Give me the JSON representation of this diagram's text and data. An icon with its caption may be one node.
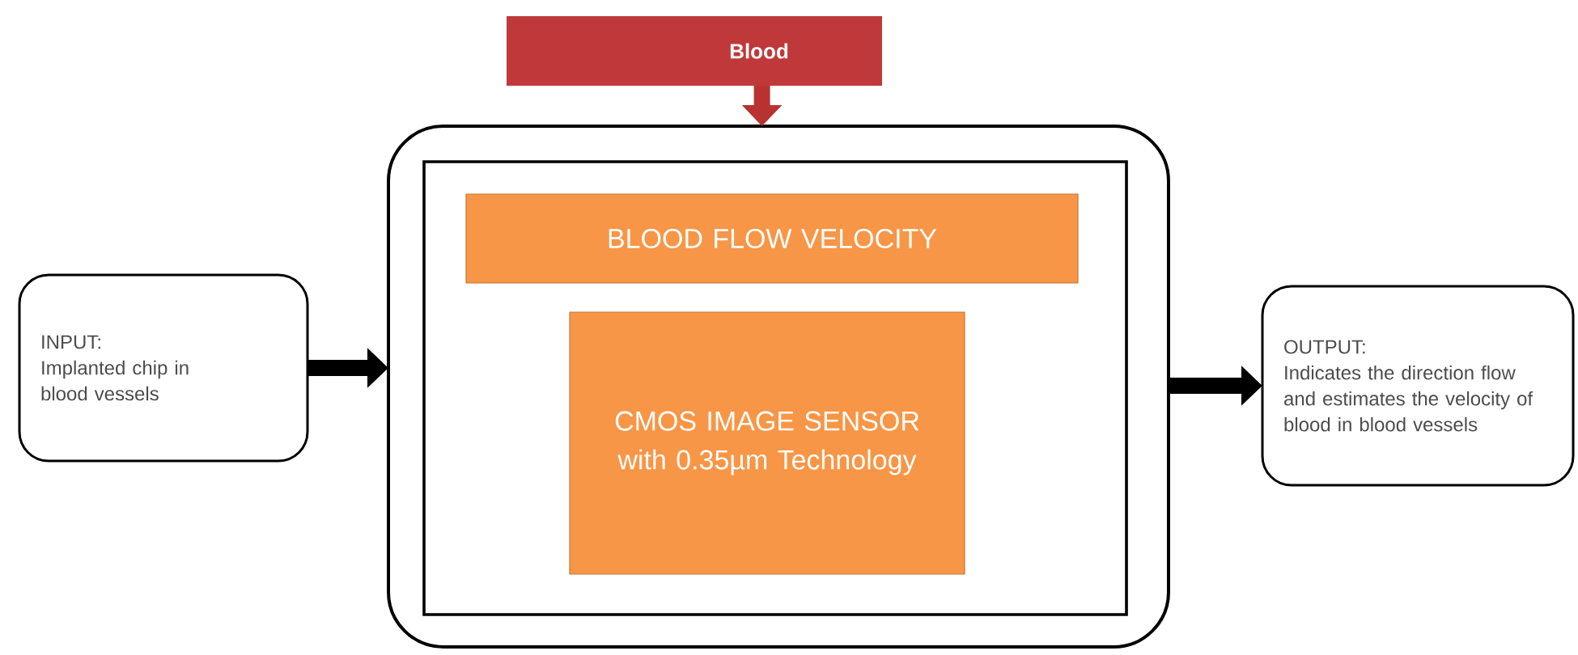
{
  "diagram": {
    "nodes": [
      {
        "text": [
          "Blood"
        ]
      },
      {
        "text": [
          "INPUT:",
          "Implanted chip in blood vessels"
        ]
      },
      {
        "text": [],
        "shape": "box"
      },
      {
        "text": [],
        "shape": "box",
        "in": 2
      },
      {
        "text": [
          "BLOOD FLOW VELOCITY"
        ],
        "in": 3
      },
      {
        "text": [
          "CMOS IMAGE SENSOR with 0.35µm Technology"
        ],
        "in": 3
      },
      {
        "text": [
          "OUTPUT:",
          "Indicates the direction flow and estimates the velocity of blood in blood vessels"
        ]
      }
    ],
    "edges": [
      {
        "from": 0,
        "to": 2,
        "arrow": "to",
        "color": "#b83232"
      },
      {
        "from": 1,
        "to": 2,
        "arrow": "to"
      },
      {
        "from": 2,
        "to": 6,
        "arrow": "to"
      }
    ]
  }
}
